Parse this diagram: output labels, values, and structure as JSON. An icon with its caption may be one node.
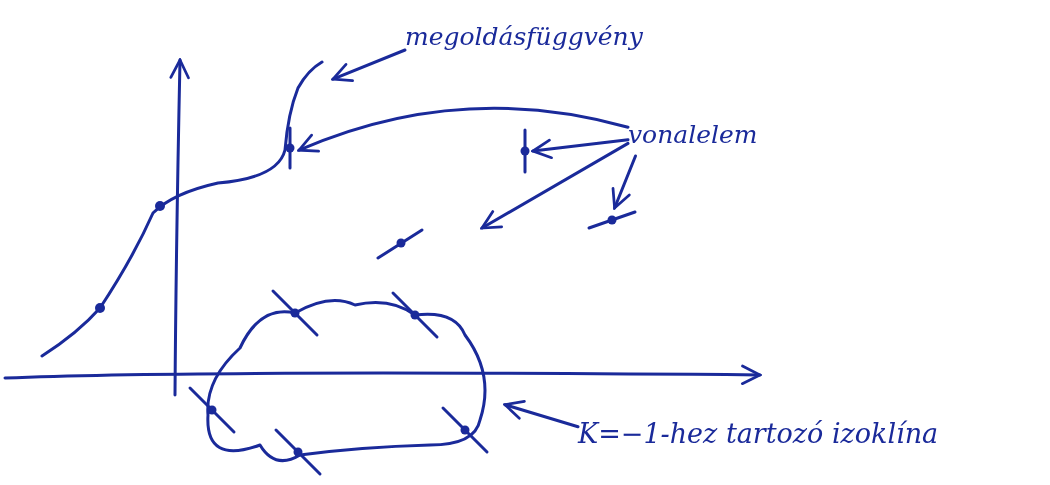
{
  "diagram": {
    "nodes": [
      {
        "text": [
          "megoldásfüggvény"
        ]
      },
      {
        "text": [
          "vonalelem"
        ]
      },
      {
        "text": [
          "K=−1-hez tartozó izoklína"
        ]
      },
      {
        "text": [],
        "shape": "curve"
      },
      {
        "text": [],
        "shape": "line",
        "in": 3
      },
      {
        "text": [],
        "shape": "line"
      },
      {
        "text": [],
        "shape": "line"
      },
      {
        "text": [],
        "shape": "curve"
      }
    ],
    "edges": [
      {
        "from": 0,
        "to": 3,
        "arrow": "to"
      },
      {
        "from": 1,
        "to": 4,
        "arrow": "to"
      },
      {
        "from": 1,
        "to": 5,
        "arrow": "to"
      },
      {
        "from": 1,
        "to": null,
        "arrow": "to"
      },
      {
        "from": 1,
        "to": 6,
        "arrow": "to"
      },
      {
        "from": 2,
        "to": 7,
        "arrow": "to"
      }
    ]
  }
}
